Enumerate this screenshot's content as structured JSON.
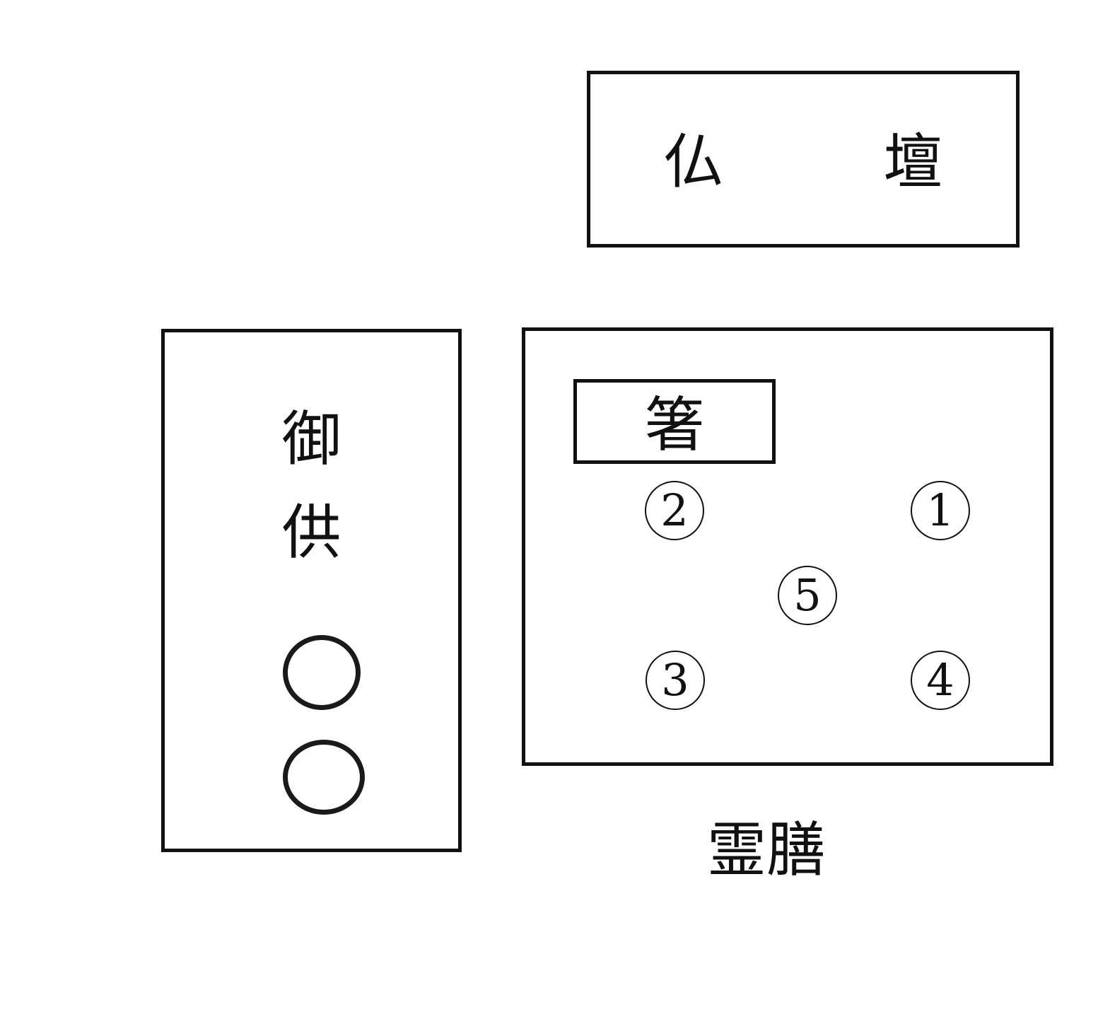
{
  "butsudan": {
    "label": "仏 壇"
  },
  "offerings": {
    "label_chars": [
      "御",
      "供"
    ]
  },
  "reizen": {
    "label": "霊膳",
    "chopsticks_label": "箸",
    "dishes": [
      "1",
      "2",
      "3",
      "4",
      "5"
    ]
  }
}
